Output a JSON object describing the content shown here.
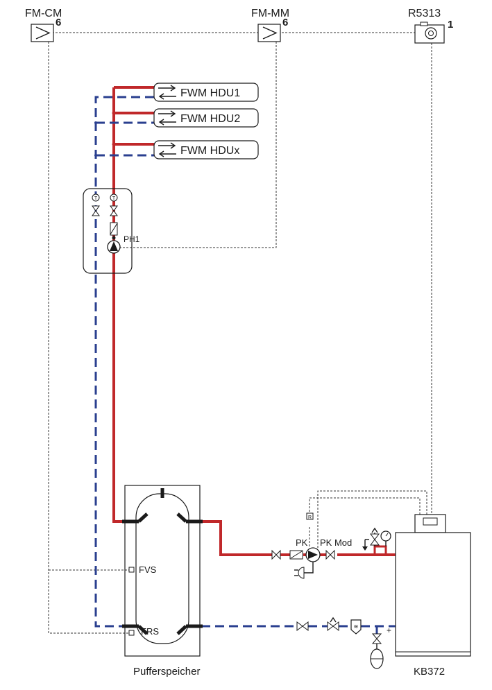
{
  "modules": {
    "fm_cm": {
      "name": "FM-CM",
      "count": "6"
    },
    "fm_mm": {
      "name": "FM-MM",
      "count": "6"
    },
    "r5313": {
      "name": "R5313",
      "count": "1"
    }
  },
  "consumers": [
    "FWM HDU1",
    "FWM HDU2",
    "FWM HDUx"
  ],
  "pump_group": "PH1",
  "sensors": {
    "flow": "FVS",
    "return": "FRS"
  },
  "pumps": {
    "pk": "PK",
    "pk_mod": "PK Mod"
  },
  "storage": "Pufferspeicher",
  "boiler": "KB372",
  "colors": {
    "flow": "#c0282a",
    "return": "#2a3f8f",
    "control": "#333333"
  }
}
